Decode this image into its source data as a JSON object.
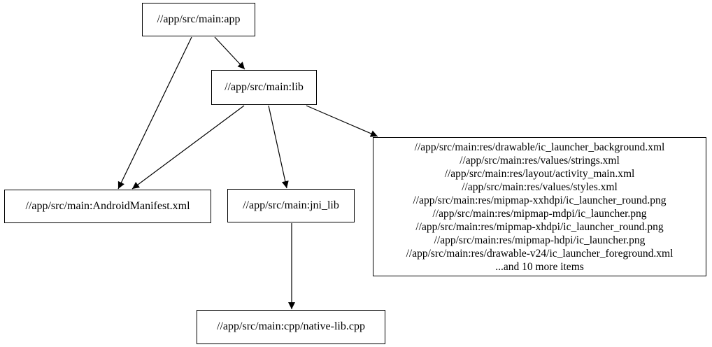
{
  "graph": {
    "colors": {
      "background": "#ffffff",
      "node_border": "#000000",
      "edge": "#000000",
      "text": "#000000"
    },
    "nodes": [
      {
        "id": "app",
        "label": "//app/src/main:app"
      },
      {
        "id": "lib",
        "label": "//app/src/main:lib"
      },
      {
        "id": "android_manifest",
        "label": "//app/src/main:AndroidManifest.xml"
      },
      {
        "id": "jni_lib",
        "label": "//app/src/main:jni_lib"
      },
      {
        "id": "native_lib_cpp",
        "label": "//app/src/main:cpp/native-lib.cpp"
      },
      {
        "id": "resources",
        "lines": [
          "//app/src/main:res/drawable/ic_launcher_background.xml",
          "//app/src/main:res/values/strings.xml",
          "//app/src/main:res/layout/activity_main.xml",
          "//app/src/main:res/values/styles.xml",
          "//app/src/main:res/mipmap-xxhdpi/ic_launcher_round.png",
          "//app/src/main:res/mipmap-mdpi/ic_launcher.png",
          "//app/src/main:res/mipmap-xhdpi/ic_launcher_round.png",
          "//app/src/main:res/mipmap-hdpi/ic_launcher.png",
          "//app/src/main:res/drawable-v24/ic_launcher_foreground.xml",
          "...and 10 more items"
        ]
      }
    ],
    "edges": [
      {
        "from": "app",
        "to": "android_manifest"
      },
      {
        "from": "app",
        "to": "lib"
      },
      {
        "from": "lib",
        "to": "android_manifest"
      },
      {
        "from": "lib",
        "to": "jni_lib"
      },
      {
        "from": "lib",
        "to": "resources"
      },
      {
        "from": "jni_lib",
        "to": "native_lib_cpp"
      }
    ]
  }
}
